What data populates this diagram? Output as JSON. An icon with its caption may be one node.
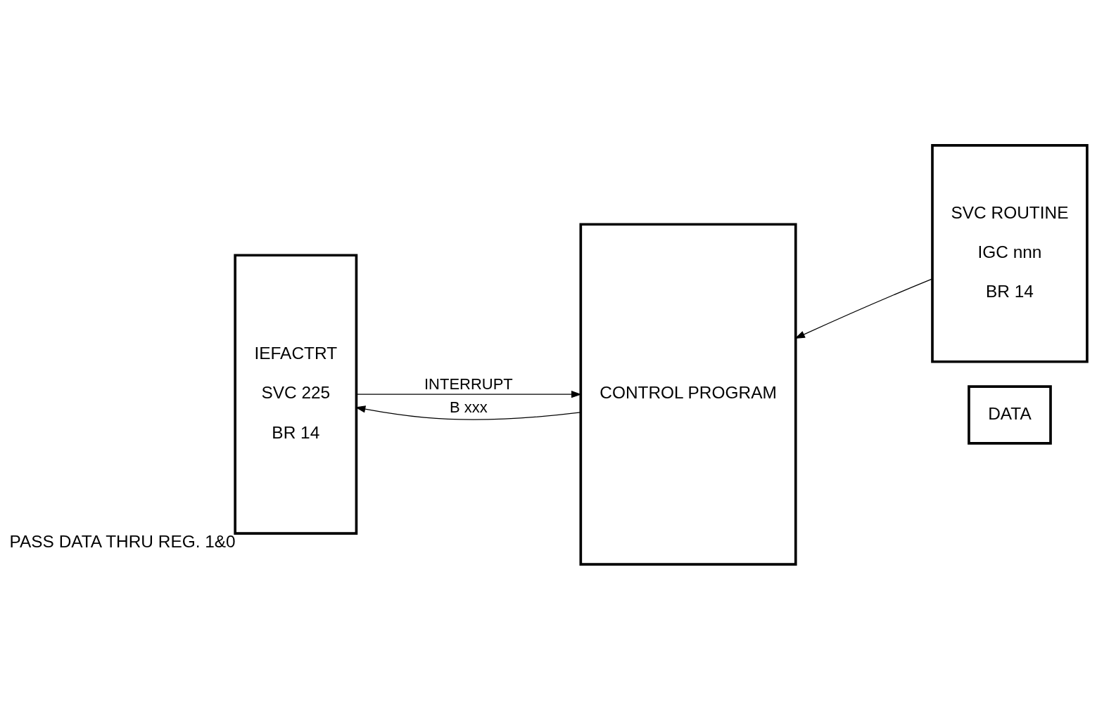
{
  "diagram": {
    "nodes": [
      {
        "text": [
          "IEFACTRT",
          "SVC 225",
          "BR 14"
        ],
        "beside": [
          "PASS DATA THRU REG. 1&0"
        ]
      },
      {
        "text": [
          "CONTROL PROGRAM"
        ]
      },
      {
        "text": [
          "SVC ROUTINE",
          "IGC nnn",
          "BR 14"
        ]
      },
      {
        "text": [
          "DATA"
        ]
      }
    ],
    "edges": [
      {
        "from": 0,
        "to": 1,
        "arrow": "to",
        "label": "INTERRUPT"
      },
      {
        "from": 1,
        "to": 0,
        "arrow": "to",
        "label": "B xxx"
      },
      {
        "from": 2,
        "to": 1,
        "arrow": "to"
      }
    ]
  }
}
